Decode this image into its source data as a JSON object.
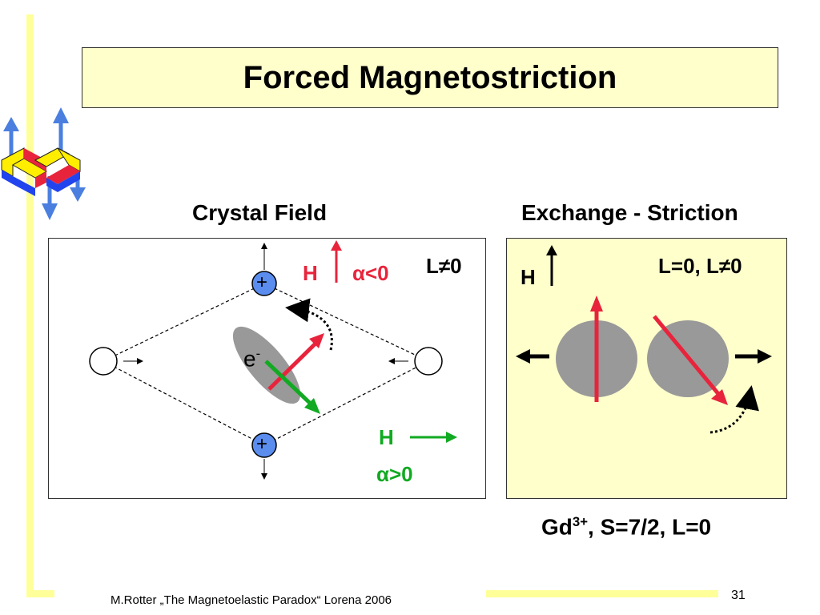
{
  "slide": {
    "title": "Forced Magnetostriction",
    "page_number": "31",
    "footer": "M.Rotter „The Magnetoelastic Paradox“ Lorena 2006"
  },
  "left_panel": {
    "heading": "Crystal Field",
    "ion_charge_top": "+",
    "ion_charge_bottom": "+",
    "electron_label": "e",
    "electron_sup": "-",
    "h_red_label": "H",
    "alpha_neg_label": "α<0",
    "corner_label": "L≠0",
    "h_green_label": "H",
    "alpha_pos_label": "α>0"
  },
  "right_panel": {
    "heading": "Exchange - Striction",
    "h_label": "H",
    "corner_label": "L=0, L≠0",
    "caption_base": "Gd",
    "caption_sup": "3+",
    "caption_rest": ", S=7/2, L=0"
  },
  "colors": {
    "accent_yellow": "#ffffcc",
    "deco_yellow": "#ffff99",
    "red": "#e8243c",
    "green": "#11aa22",
    "ion_blue": "#5b8def",
    "orbital_gray": "#999999",
    "logo_blue": "#4a7fe0"
  }
}
